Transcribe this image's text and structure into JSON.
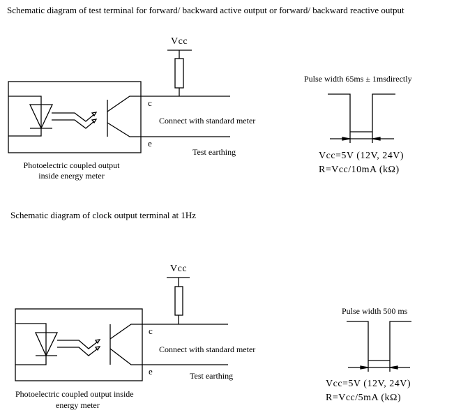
{
  "diagrams": [
    {
      "title": "Schematic diagram of test terminal for forward/ backward active output or forward/ backward reactive output",
      "vcc_label": "Vcc",
      "collector_label": "c",
      "emitter_label": "e",
      "connect_label": "Connect with standard meter",
      "earthing_label": "Test earthing",
      "box_caption_line1": "Photoelectric coupled output",
      "box_caption_line2": "inside energy meter",
      "pulse_label": "Pulse width 65ms ± 1msdirectly",
      "formula_vcc": "Vcc=5V (12V, 24V)",
      "formula_r": "R=Vcc/10mA (kΩ)"
    },
    {
      "title": "Schematic diagram of clock output terminal at 1Hz",
      "vcc_label": "Vcc",
      "collector_label": "c",
      "emitter_label": "e",
      "connect_label": "Connect with standard meter",
      "earthing_label": "Test earthing",
      "box_caption_line1": "Photoelectric coupled output inside",
      "box_caption_line2": "energy meter",
      "pulse_label": "Pulse width 500 ms",
      "formula_vcc": "Vcc=5V (12V, 24V)",
      "formula_r": "R=Vcc/5mA (kΩ)"
    }
  ]
}
